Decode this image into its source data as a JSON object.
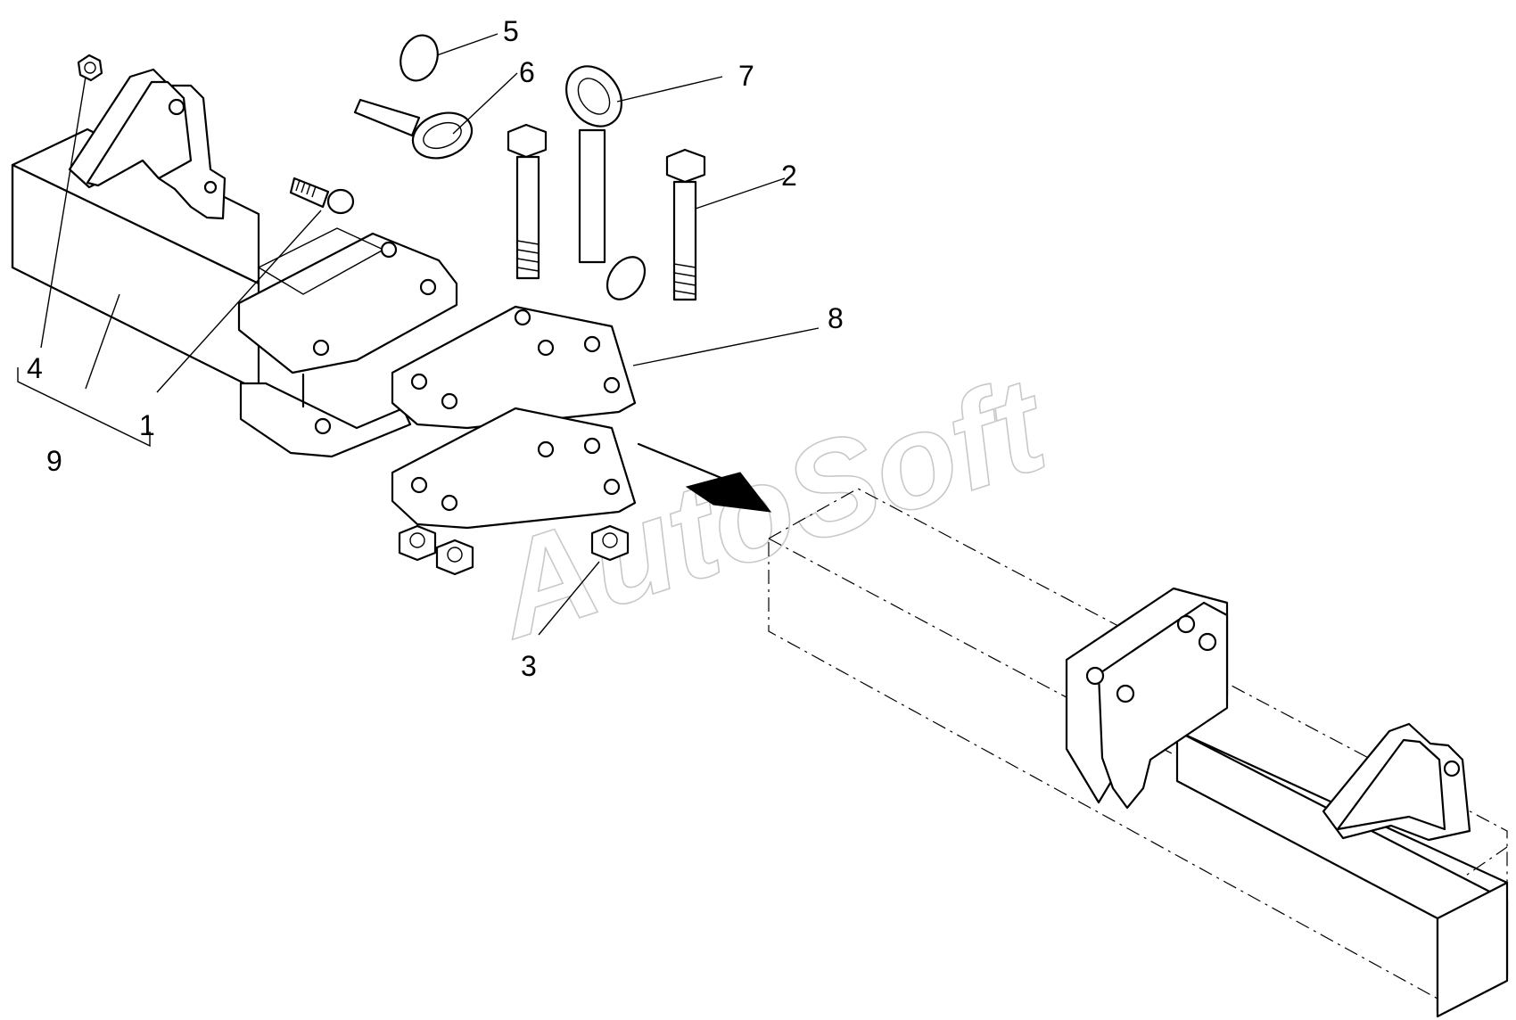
{
  "callouts": [
    "1",
    "2",
    "3",
    "4",
    "5",
    "6",
    "7",
    "8",
    "9"
  ],
  "watermark": "AutoSoft"
}
